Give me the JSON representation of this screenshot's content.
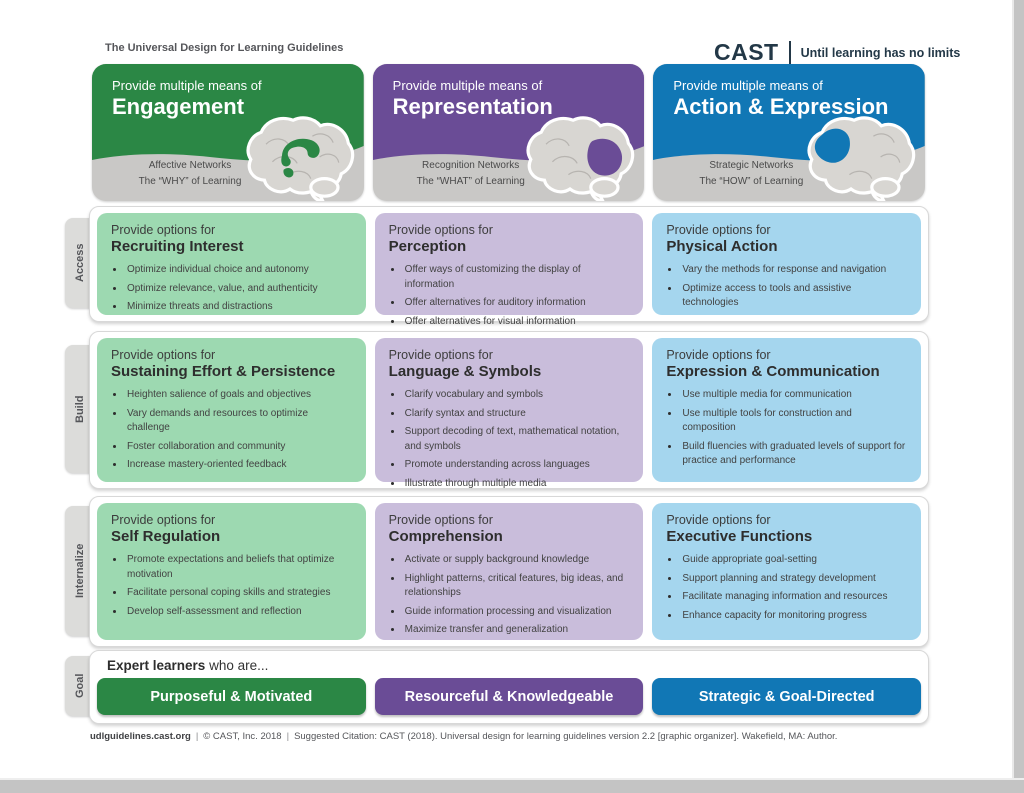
{
  "page": {
    "title": "The Universal Design for Learning Guidelines"
  },
  "brand": {
    "name": "CAST",
    "tagline": "Until learning has no limits"
  },
  "labels": {
    "header_kicker": "Provide multiple means of",
    "option_kicker": "Provide options for",
    "pipe": "|"
  },
  "columns": [
    {
      "id": "engagement",
      "color": "#2b8745",
      "light_color": "#9dd9b1",
      "title": "Engagement",
      "network_line1": "Affective Networks",
      "network_line2": "The “WHY” of Learning",
      "goal_label": "Purposeful & Motivated"
    },
    {
      "id": "representation",
      "color": "#6a4c96",
      "light_color": "#c9bddb",
      "title": "Representation",
      "network_line1": "Recognition Networks",
      "network_line2": "The “WHAT” of Learning",
      "goal_label": "Resourceful & Knowledgeable"
    },
    {
      "id": "action-expression",
      "color": "#1177b5",
      "light_color": "#a5d6ee",
      "title": "Action & Expression",
      "network_line1": "Strategic Networks",
      "network_line2": "The “HOW” of Learning",
      "goal_label": "Strategic & Goal-Directed"
    }
  ],
  "rows": [
    {
      "label": "Access",
      "cards": [
        {
          "title": "Recruiting Interest",
          "bullets": [
            "Optimize individual choice and autonomy",
            "Optimize relevance, value, and authenticity",
            "Minimize threats and distractions"
          ]
        },
        {
          "title": "Perception",
          "bullets": [
            "Offer ways of customizing the display of information",
            "Offer alternatives for auditory information",
            "Offer alternatives for visual information"
          ]
        },
        {
          "title": "Physical Action",
          "bullets": [
            "Vary the methods for response and navigation",
            "Optimize access to tools and assistive technologies"
          ]
        }
      ]
    },
    {
      "label": "Build",
      "cards": [
        {
          "title": "Sustaining Effort & Persistence",
          "bullets": [
            "Heighten salience of goals and objectives",
            "Vary demands and resources to optimize challenge",
            "Foster collaboration and community",
            "Increase mastery-oriented feedback"
          ]
        },
        {
          "title": "Language & Symbols",
          "bullets": [
            "Clarify vocabulary and symbols",
            "Clarify syntax and structure",
            "Support decoding of text, mathematical notation, and symbols",
            "Promote understanding across languages",
            "Illustrate through multiple media"
          ]
        },
        {
          "title": "Expression & Communication",
          "bullets": [
            "Use multiple media for communication",
            "Use multiple tools for construction and composition",
            "Build fluencies with graduated levels of support for practice and performance"
          ]
        }
      ]
    },
    {
      "label": "Internalize",
      "cards": [
        {
          "title": "Self Regulation",
          "bullets": [
            "Promote expectations and beliefs that optimize motivation",
            "Facilitate personal coping skills and strategies",
            "Develop self-assessment and reflection"
          ]
        },
        {
          "title": "Comprehension",
          "bullets": [
            "Activate or supply background knowledge",
            "Highlight patterns, critical features, big ideas, and relationships",
            "Guide information processing and visualization",
            "Maximize transfer and generalization"
          ]
        },
        {
          "title": "Executive Functions",
          "bullets": [
            "Guide appropriate goal-setting",
            "Support planning and strategy development",
            "Facilitate managing information and resources",
            "Enhance capacity for monitoring progress"
          ]
        }
      ]
    }
  ],
  "goal": {
    "label": "Goal",
    "lead_bold": "Expert learners",
    "lead_rest": " who are..."
  },
  "footer": {
    "site": "udlguidelines.cast.org",
    "copyright": "© CAST, Inc. 2018",
    "citation": "Suggested Citation: CAST (2018). Universal design for learning guidelines version 2.2 [graphic organizer]. Wakefield, MA: Author."
  }
}
